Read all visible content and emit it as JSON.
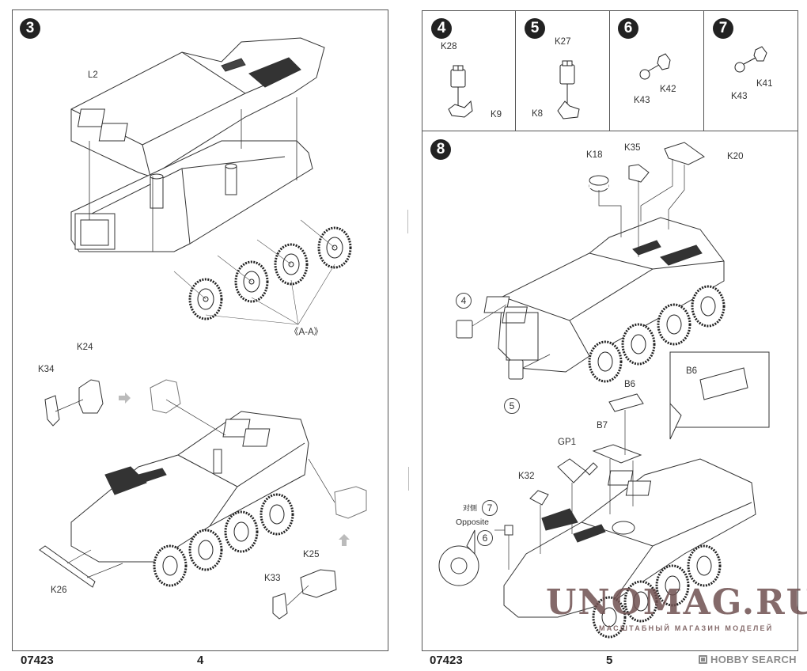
{
  "document": {
    "kit_number_left": "07423",
    "kit_number_right": "07423",
    "page_left": "4",
    "page_right": "5"
  },
  "step3": {
    "number": "3",
    "parts": {
      "upper_hull": "L2",
      "wheels": "《A-A》",
      "k24": "K24",
      "k34": "K34",
      "k26": "K26",
      "k25": "K25",
      "k33": "K33"
    }
  },
  "step4": {
    "number": "4",
    "parts": {
      "top": "K28",
      "base": "K9"
    }
  },
  "step5": {
    "number": "5",
    "parts": {
      "top": "K27",
      "base": "K8"
    }
  },
  "step6": {
    "number": "6",
    "parts": {
      "small": "K43",
      "mount": "K42"
    }
  },
  "step7": {
    "number": "7",
    "parts": {
      "small": "K43",
      "mount": "K41"
    }
  },
  "step8": {
    "number": "8",
    "parts": {
      "k18": "K18",
      "k35": "K35",
      "k20": "K20",
      "b6": "B6",
      "b6_inset": "B6",
      "b7": "B7",
      "gp1": "GP1",
      "k32": "K32"
    },
    "refs": {
      "ref4": "4",
      "ref5": "5",
      "ref6": "6",
      "ref7": "7"
    },
    "opposite_cn": "对侧",
    "opposite_en": "Opposite"
  },
  "watermark": {
    "main": "UNOMAG.RU",
    "sub": "МАСШТАБНЫЙ МАГАЗИН МОДЕЛЕЙ"
  },
  "publisher_logo": {
    "text": "HOBBY SEARCH",
    "icon": "hobby-search-logo-icon"
  },
  "colors": {
    "ink": "#222222",
    "line": "#555555",
    "watermark": "#6e5050",
    "logo_gray": "#8a8a8a"
  }
}
